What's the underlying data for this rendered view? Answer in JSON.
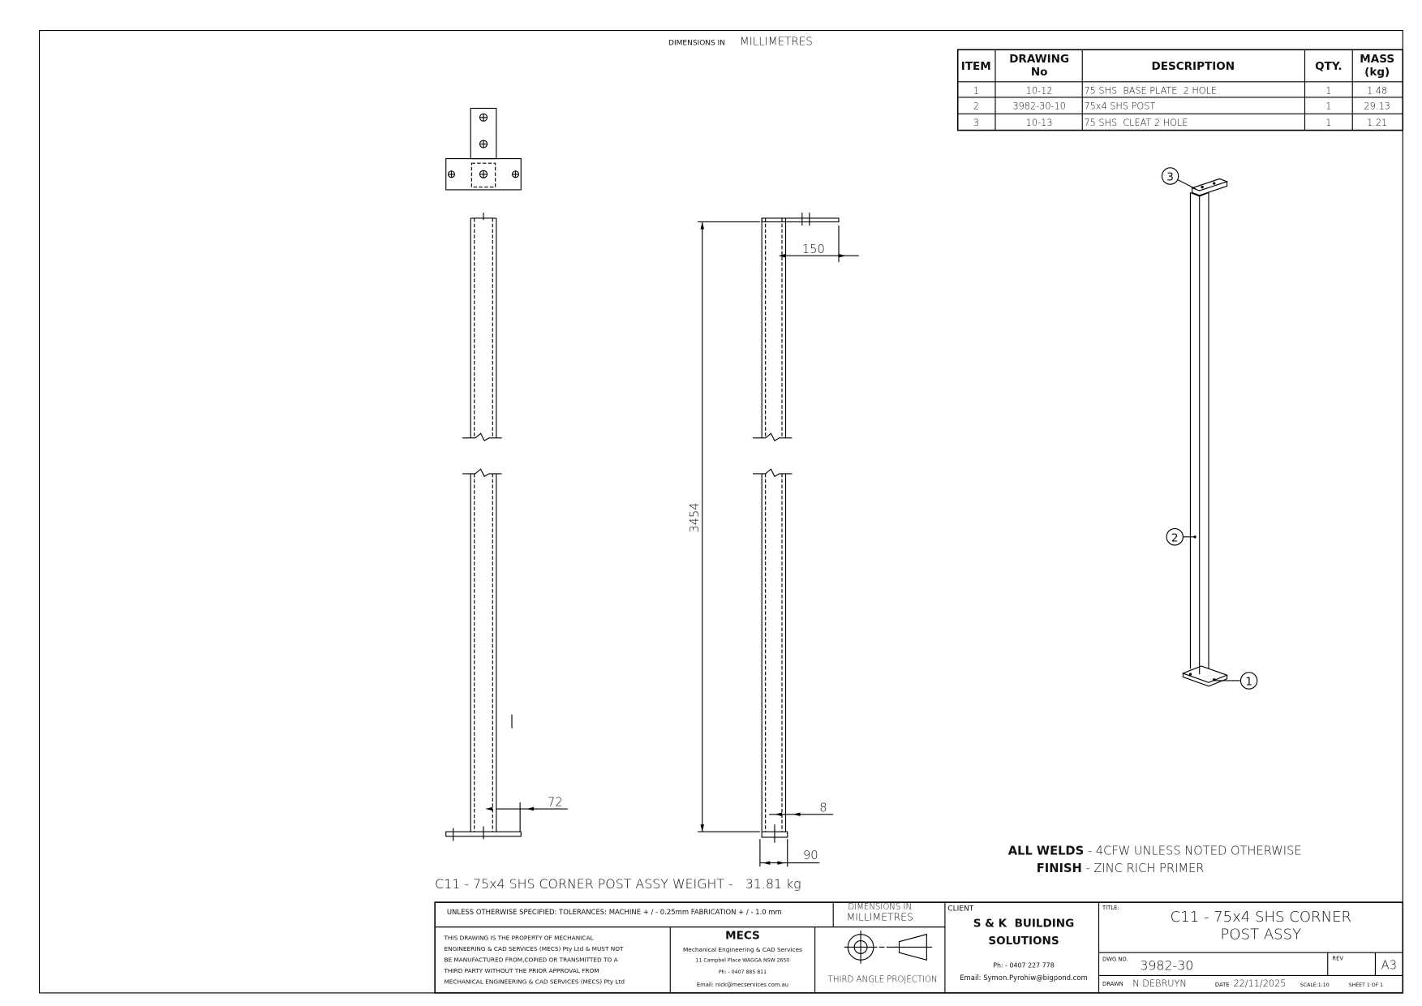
{
  "header": {
    "dims_prefix": "DIMENSIONS IN",
    "dims_unit": "MILLIMETRES"
  },
  "bom": {
    "headers": {
      "item": "ITEM",
      "drawing_1": "DRAWING",
      "drawing_2": "No",
      "description": "DESCRIPTION",
      "qty": "QTY.",
      "mass_1": "MASS",
      "mass_2": "(kg)"
    },
    "rows": [
      {
        "item": "1",
        "drawing": "10-12",
        "description": "75 SHS  BASE PLATE  2 HOLE",
        "qty": "1",
        "mass": "1.48"
      },
      {
        "item": "2",
        "drawing": "3982-30-10",
        "description": "75x4 SHS POST",
        "qty": "1",
        "mass": "29.13"
      },
      {
        "item": "3",
        "drawing": "10-13",
        "description": "75 SHS  CLEAT 2 HOLE",
        "qty": "1",
        "mass": "1.21"
      }
    ]
  },
  "dimensions": {
    "d72": "72",
    "d150": "150",
    "d3454": "3454",
    "d8": "8",
    "d90": "90"
  },
  "balloons": {
    "b1": "1",
    "b2": "2",
    "b3": "3"
  },
  "caption": "C11 - 75x4 SHS CORNER POST ASSY WEIGHT -   31.81 kg",
  "notes": {
    "welds_label": "ALL WELDS",
    "welds_text": " - 4CFW UNLESS NOTED OTHERWISE",
    "finish_label": "FINISH",
    "finish_text": " - ZINC RICH PRIMER"
  },
  "title_block": {
    "tolerances": "UNLESS OTHERWISE SPECIFIED: TOLERANCES: MACHINE + / - 0.25mm  FABRICATION + / - 1.0 mm",
    "dims_1": "DIMENSIONS IN",
    "dims_2": "MILLIMETRES",
    "property": [
      "THIS DRAWING IS THE PROPERTY OF MECHANICAL",
      "ENGINEERING & CAD SERVICES (MECS) Pty Ltd & MUST NOT",
      "BE MANUFACTURED FROM,COPIED OR TRANSMITTED TO A",
      "THIRD PARTY WITHOUT THE PRIOR APPROVAL FROM",
      "MECHANICAL ENGINEERING & CAD SERVICES (MECS) Pty Ltd"
    ],
    "company": {
      "logo": "MECS",
      "name": "Mechanical Engineering & CAD Services",
      "address": "11 Campbel Place WAGGA NSW 2650",
      "phone": "Ph: - 0407 885 811",
      "email": "Email: nick@mecservices.com.au"
    },
    "projection": "THIRD ANGLE PROJECTION",
    "client_label": "CLIENT",
    "client_1": "S & K  BUILDING",
    "client_2": "SOLUTIONS",
    "client_phone": "Ph: - 0407 227 778",
    "client_email": "Email: Symon.Pyrohiw@bigpond.com",
    "title_label": "TITLE:",
    "title_1": "C11 - 75x4 SHS CORNER",
    "title_2": "POST ASSY",
    "dwg_label": "DWG NO.",
    "dwg_no": "3982-30",
    "rev_label": "REV",
    "size": "A3",
    "drawn_label": "DRAWN",
    "drawn_by": "N DEBRUYN",
    "date_label": "DATE",
    "date": "22/11/2025",
    "scale": "SCALE:1:10",
    "sheet": "SHEET 1 OF 1"
  }
}
